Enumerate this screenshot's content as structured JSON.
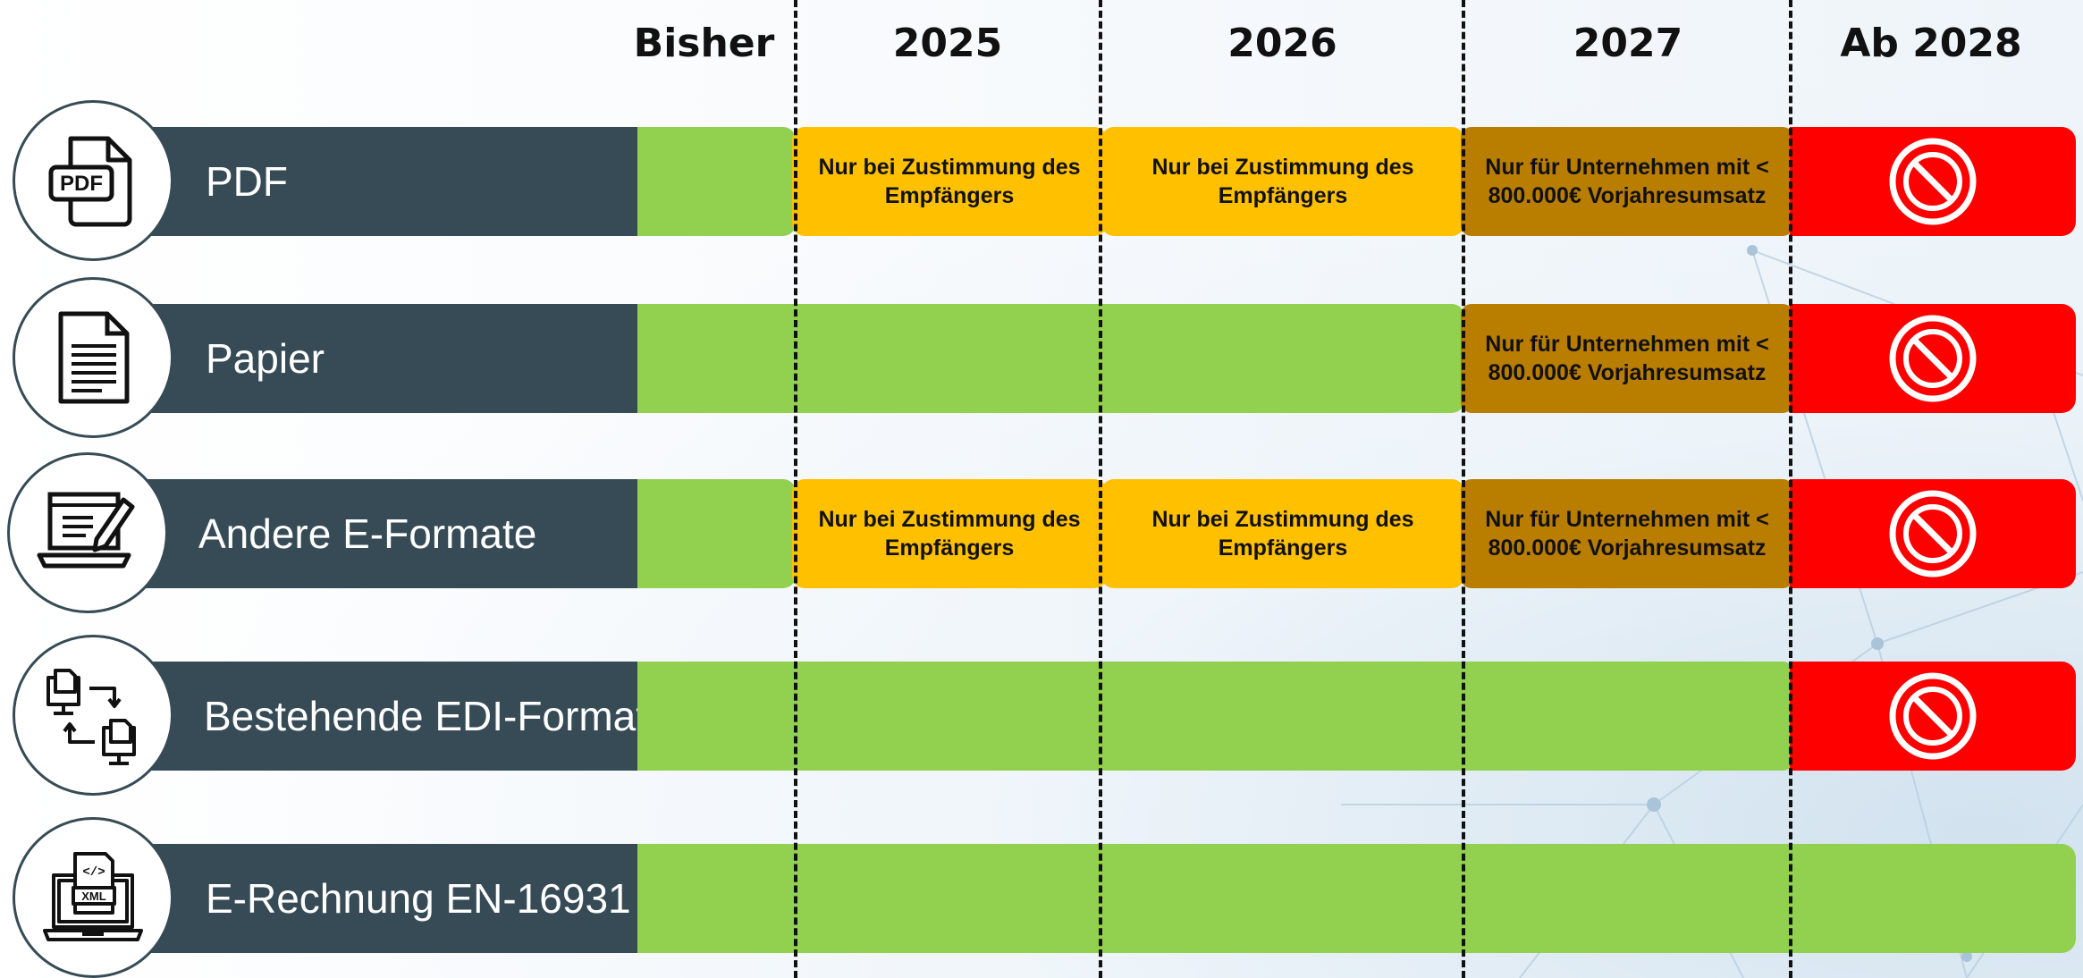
{
  "columns": [
    "Bisher",
    "2025",
    "2026",
    "2027",
    "Ab 2028"
  ],
  "colors": {
    "label_bg": "#364b55",
    "allowed": "#92d050",
    "consent": "#ffc000",
    "small_business": "#b97d00",
    "forbidden": "#ff0000"
  },
  "rows": [
    {
      "label": "PDF",
      "icon": "pdf-file-icon",
      "note_2025": "Nur bei Zustimmung des Empfängers",
      "note_2026": "Nur bei Zustimmung des Empfängers",
      "note_2027": "Nur für Unternehmen mit < 800.000€ Vorjahresumsatz",
      "status_2028": "prohibited-icon"
    },
    {
      "label": "Papier",
      "icon": "paper-document-icon",
      "note_2027": "Nur für Unternehmen mit < 800.000€ Vorjahresumsatz",
      "status_2028": "prohibited-icon"
    },
    {
      "label": "Andere E-Formate",
      "icon": "laptop-edit-icon",
      "note_2025": "Nur bei Zustimmung des Empfängers",
      "note_2026": "Nur bei Zustimmung des Empfängers",
      "note_2027": "Nur für Unternehmen mit < 800.000€ Vorjahresumsatz",
      "status_2028": "prohibited-icon"
    },
    {
      "label": "Bestehende EDI-Formate",
      "icon": "edi-exchange-icon",
      "status_2028": "prohibited-icon"
    },
    {
      "label": "E-Rechnung EN-16931",
      "icon": "xml-laptop-icon"
    }
  ]
}
